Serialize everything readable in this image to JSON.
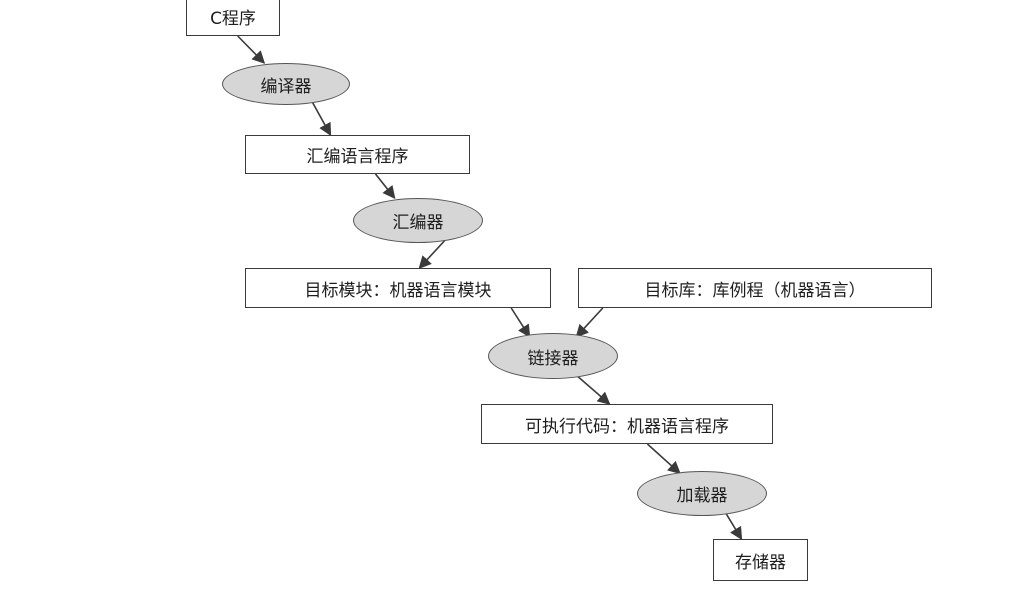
{
  "diagram": {
    "nodes": {
      "c_program": {
        "label": "C程序"
      },
      "compiler": {
        "label": "编译器"
      },
      "assembly_program": {
        "label": "汇编语言程序"
      },
      "assembler": {
        "label": "汇编器"
      },
      "object_module": {
        "label": "目标模块：机器语言模块"
      },
      "object_library": {
        "label": "目标库：库例程（机器语言）"
      },
      "linker": {
        "label": "链接器"
      },
      "executable": {
        "label": "可执行代码：机器语言程序"
      },
      "loader": {
        "label": "加载器"
      },
      "memory": {
        "label": "存储器"
      }
    },
    "edges": [
      {
        "from": "c_program",
        "to": "compiler"
      },
      {
        "from": "compiler",
        "to": "assembly_program"
      },
      {
        "from": "assembly_program",
        "to": "assembler"
      },
      {
        "from": "assembler",
        "to": "object_module"
      },
      {
        "from": "object_module",
        "to": "linker"
      },
      {
        "from": "object_library",
        "to": "linker"
      },
      {
        "from": "linker",
        "to": "executable"
      },
      {
        "from": "executable",
        "to": "loader"
      },
      {
        "from": "loader",
        "to": "memory"
      }
    ],
    "colors": {
      "ellipse_fill": "#d6d6d6",
      "stroke": "#3a3a3a",
      "text": "#1e1e1e"
    }
  }
}
